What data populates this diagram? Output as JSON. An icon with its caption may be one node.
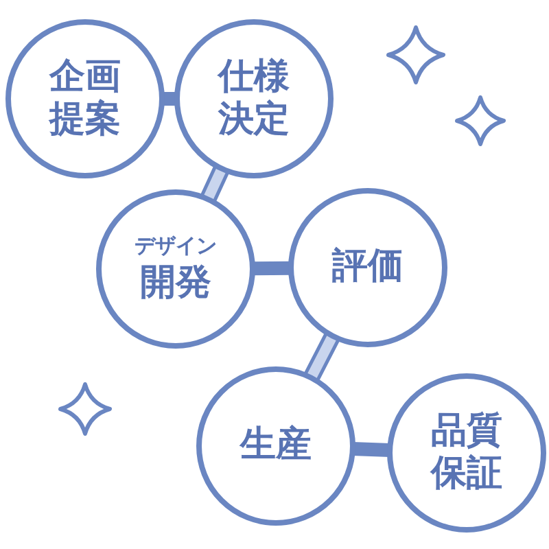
{
  "diagram": {
    "nodes": [
      {
        "text": [
          "企画提案"
        ]
      },
      {
        "text": [
          "仕様決定"
        ]
      },
      {
        "text": [
          "デザイン",
          "開発"
        ]
      },
      {
        "text": [
          "評価"
        ]
      },
      {
        "text": [
          "生産"
        ]
      },
      {
        "text": [
          "品質保証"
        ]
      }
    ],
    "edges": [
      {
        "from": 0,
        "to": 1,
        "arrow": "none"
      },
      {
        "from": 1,
        "to": 2,
        "arrow": "none",
        "color": "#c9d5ee"
      },
      {
        "from": 2,
        "to": 3,
        "arrow": "none"
      },
      {
        "from": 3,
        "to": 4,
        "arrow": "none",
        "color": "#c9d5ee"
      },
      {
        "from": 4,
        "to": 5,
        "arrow": "none"
      }
    ]
  }
}
